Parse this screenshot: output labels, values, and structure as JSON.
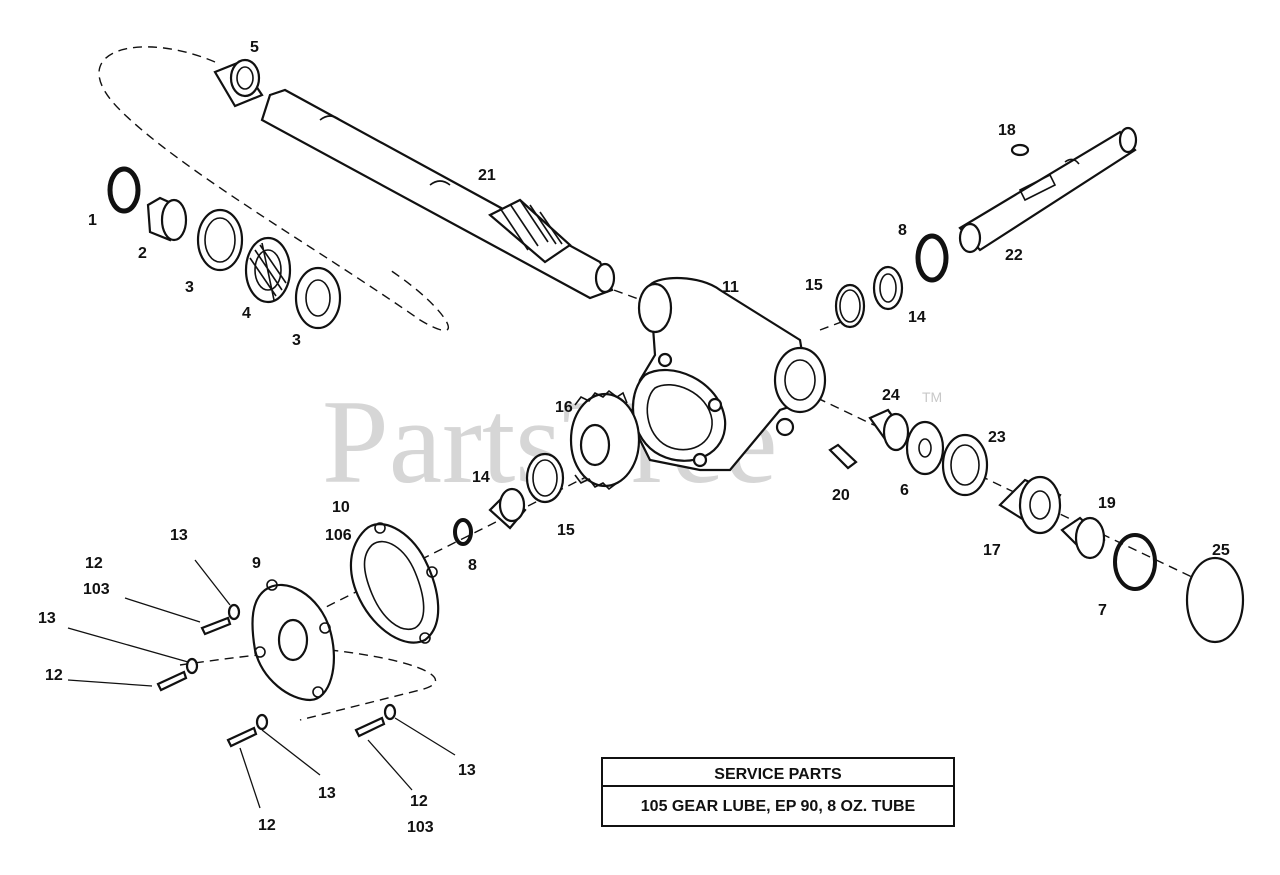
{
  "watermark": {
    "text": "PartsTree",
    "tm": "TM"
  },
  "callouts": {
    "c1": "1",
    "c2": "2",
    "c3a": "3",
    "c3b": "3",
    "c4": "4",
    "c5": "5",
    "c6": "6",
    "c7": "7",
    "c8a": "8",
    "c8b": "8",
    "c9": "9",
    "c10": "10",
    "c106": "106",
    "c11": "11",
    "c12a": "12",
    "c103a": "103",
    "c12b": "12",
    "c12c": "12",
    "c12d": "12",
    "c103b": "103",
    "c13a": "13",
    "c13b": "13",
    "c13c": "13",
    "c13d": "13",
    "c14a": "14",
    "c14b": "14",
    "c15a": "15",
    "c15b": "15",
    "c16": "16",
    "c17": "17",
    "c18": "18",
    "c19": "19",
    "c20": "20",
    "c21": "21",
    "c22": "22",
    "c23": "23",
    "c24": "24",
    "c25": "25"
  },
  "service_box": {
    "header": "SERVICE PARTS",
    "row": "105 GEAR LUBE, EP 90, 8 OZ. TUBE"
  }
}
